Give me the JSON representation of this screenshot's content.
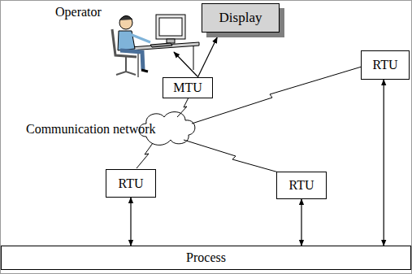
{
  "diagram": {
    "nodes": [
      {
        "text": [
          "Display"
        ]
      },
      {
        "text": [
          "MTU"
        ]
      },
      {
        "text": [
          "RTU"
        ]
      },
      {
        "text": [
          "RTU"
        ]
      },
      {
        "text": [
          "RTU"
        ]
      },
      {
        "text": [
          "Process"
        ]
      }
    ],
    "edges": [
      {
        "from": 1,
        "to": 0,
        "arrow": "to"
      },
      {
        "from": 3,
        "to": 5,
        "arrow": "both"
      },
      {
        "from": 4,
        "to": 5,
        "arrow": "both"
      },
      {
        "from": 2,
        "to": 5,
        "arrow": "both"
      }
    ],
    "labels": [
      "Operator",
      "Communication network"
    ]
  }
}
